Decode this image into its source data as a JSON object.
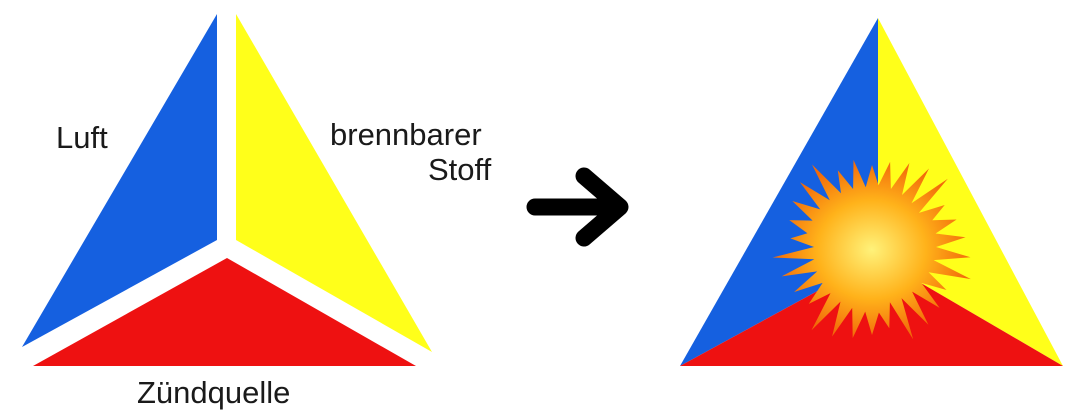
{
  "labels": {
    "air": "Luft",
    "fuel_line1": "brennbarer",
    "fuel_line2": "Stoff",
    "ignition": "Zündquelle"
  },
  "colors": {
    "air": "#1560e0",
    "fuel": "#ffff1a",
    "ignition": "#ee1111",
    "arrow": "#000000",
    "explosion_core": "#fff27a",
    "explosion_mid": "#ffb21a",
    "explosion_outer": "#f26a0a"
  },
  "icons": {
    "arrow": "right-arrow-icon",
    "explosion": "explosion-icon"
  }
}
